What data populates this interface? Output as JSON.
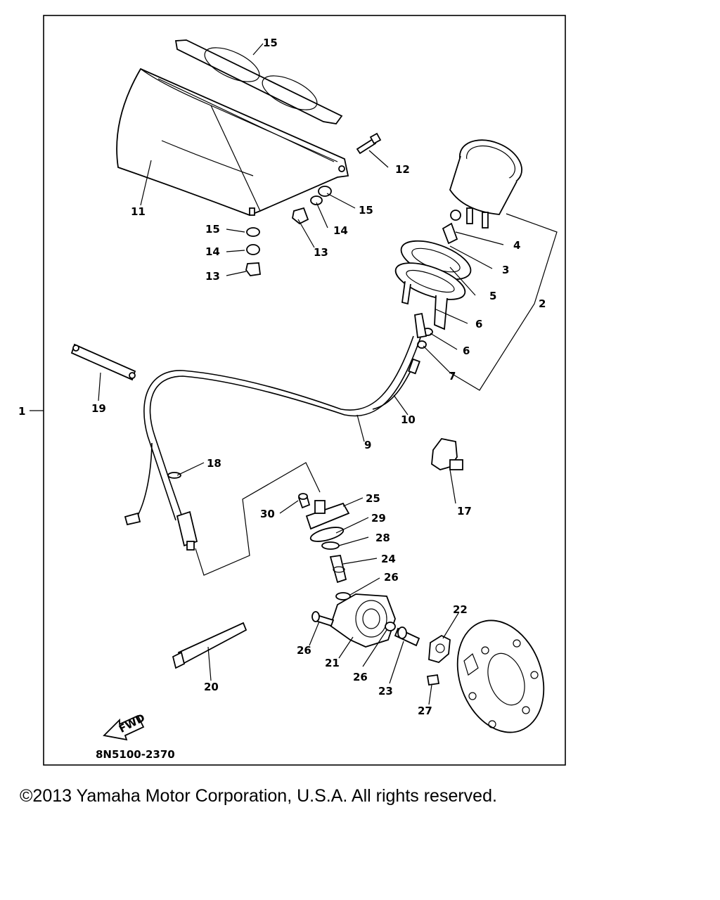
{
  "diagram": {
    "code": "8N5100-2370",
    "fwd_label": "FWD",
    "callouts": {
      "c1": "1",
      "c2": "2",
      "c3": "3",
      "c4": "4",
      "c5": "5",
      "c6a": "6",
      "c6b": "6",
      "c7": "7",
      "c9": "9",
      "c10": "10",
      "c11": "11",
      "c12": "12",
      "c13a": "13",
      "c13b": "13",
      "c14a": "14",
      "c14b": "14",
      "c15a": "15",
      "c15b": "15",
      "c15c": "15",
      "c17": "17",
      "c18": "18",
      "c19": "19",
      "c20": "20",
      "c21": "21",
      "c22": "22",
      "c23": "23",
      "c24": "24",
      "c25": "25",
      "c26a": "26",
      "c26b": "26",
      "c26c": "26",
      "c27": "27",
      "c28": "28",
      "c29": "29",
      "c30": "30"
    }
  },
  "footer": {
    "copyright": "©2013 Yamaha Motor Corporation, U.S.A. All rights reserved."
  }
}
